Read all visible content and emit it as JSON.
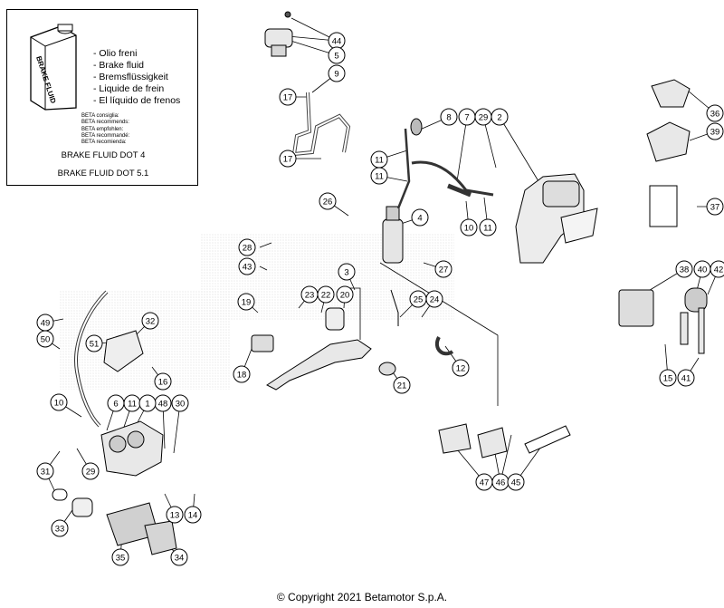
{
  "legend": {
    "can_label": "BRAKE FLUID",
    "languages": [
      "- Olio freni",
      "- Brake fluid",
      "- Bremsflüssigkeit",
      "- Liquide de frein",
      "- El líquido de frenos"
    ],
    "beta_notes": [
      "BETA consiglia:",
      "BETA recommends:",
      "BETA empfohlen:",
      "BETA recommandé:",
      "BETA recomienda:"
    ],
    "fluid_dot4": "BRAKE FLUID DOT 4",
    "fluid_dot51": "BRAKE FLUID DOT 5.1"
  },
  "callouts": [
    {
      "id": "c44",
      "label": "44"
    },
    {
      "id": "c5",
      "label": "5"
    },
    {
      "id": "c9",
      "label": "9"
    },
    {
      "id": "c17a",
      "label": "17"
    },
    {
      "id": "c17b",
      "label": "17"
    },
    {
      "id": "c8",
      "label": "8"
    },
    {
      "id": "c7",
      "label": "7"
    },
    {
      "id": "c29a",
      "label": "29"
    },
    {
      "id": "c2",
      "label": "2"
    },
    {
      "id": "c11a",
      "label": "11"
    },
    {
      "id": "c10a",
      "label": "10"
    },
    {
      "id": "c11b",
      "label": "11"
    },
    {
      "id": "c26",
      "label": "26"
    },
    {
      "id": "c4",
      "label": "4"
    },
    {
      "id": "c27",
      "label": "27"
    },
    {
      "id": "c28",
      "label": "28"
    },
    {
      "id": "c43",
      "label": "43"
    },
    {
      "id": "c3",
      "label": "3"
    },
    {
      "id": "c23",
      "label": "23"
    },
    {
      "id": "c22",
      "label": "22"
    },
    {
      "id": "c20",
      "label": "20"
    },
    {
      "id": "c25",
      "label": "25"
    },
    {
      "id": "c24",
      "label": "24"
    },
    {
      "id": "c19",
      "label": "19"
    },
    {
      "id": "c18",
      "label": "18"
    },
    {
      "id": "c21",
      "label": "21"
    },
    {
      "id": "c12",
      "label": "12"
    },
    {
      "id": "c36",
      "label": "36"
    },
    {
      "id": "c39",
      "label": "39"
    },
    {
      "id": "c37",
      "label": "37"
    },
    {
      "id": "c38",
      "label": "38"
    },
    {
      "id": "c40",
      "label": "40"
    },
    {
      "id": "c42",
      "label": "42"
    },
    {
      "id": "c15",
      "label": "15"
    },
    {
      "id": "c41",
      "label": "41"
    },
    {
      "id": "c49",
      "label": "49"
    },
    {
      "id": "c50",
      "label": "50"
    },
    {
      "id": "c51",
      "label": "51"
    },
    {
      "id": "c32",
      "label": "32"
    },
    {
      "id": "c16",
      "label": "16"
    },
    {
      "id": "c10b",
      "label": "10"
    },
    {
      "id": "c6",
      "label": "6"
    },
    {
      "id": "c11c",
      "label": "11"
    },
    {
      "id": "c48",
      "label": "48"
    },
    {
      "id": "c1",
      "label": "1"
    },
    {
      "id": "c30",
      "label": "30"
    },
    {
      "id": "c29b",
      "label": "29"
    },
    {
      "id": "c31",
      "label": "31"
    },
    {
      "id": "c33",
      "label": "33"
    },
    {
      "id": "c35",
      "label": "35"
    },
    {
      "id": "c34",
      "label": "34"
    },
    {
      "id": "c13",
      "label": "13"
    },
    {
      "id": "c14",
      "label": "14"
    },
    {
      "id": "c47",
      "label": "47"
    },
    {
      "id": "c46",
      "label": "46"
    },
    {
      "id": "c45",
      "label": "45"
    }
  ],
  "copyright": "© Copyright 2021 Betamotor S.p.A."
}
